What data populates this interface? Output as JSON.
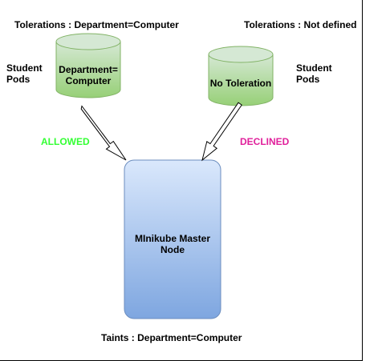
{
  "left_pods": {
    "tolerations": "Tolerations : Department=Computer",
    "side_label": [
      "Student",
      "Pods"
    ],
    "cylinder_label": [
      "Department=",
      "Computer"
    ],
    "edge_label": "ALLOWED"
  },
  "right_pods": {
    "tolerations": "Tolerations : Not defined",
    "side_label": [
      "Student",
      "Pods"
    ],
    "cylinder_label": "No Toleration",
    "edge_label": "DECLINED"
  },
  "node": {
    "label": [
      "MInikube Master",
      "Node"
    ],
    "taints": "Taints :  Department=Computer"
  },
  "colors": {
    "cylinder_top": "#d5e8d4",
    "cylinder_bottom": "#97d077",
    "cylinder_stroke": "#82b366",
    "node_top": "#dae8fc",
    "node_bottom": "#7ea6e0",
    "node_stroke": "#6c8ebf",
    "allowed": "#33ff33",
    "declined": "#e0209b"
  }
}
